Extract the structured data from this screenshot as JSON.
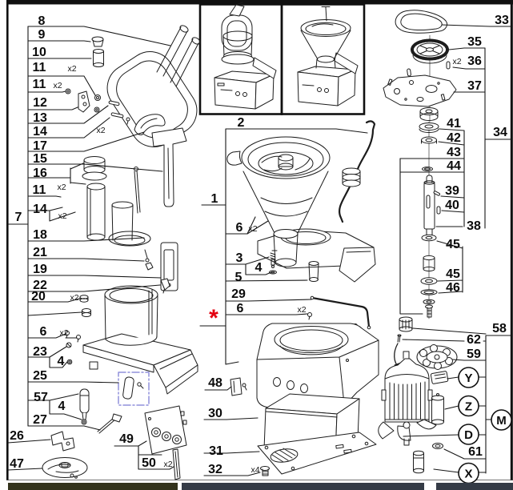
{
  "diagram": {
    "kind": "exploded-parts-diagram",
    "figure_count_views": 2
  },
  "colors": {
    "accent_red": "#e30010",
    "highlight_box": "#9090dc",
    "footer_bar_left": "#33331c",
    "footer_bar_right": "#343b46",
    "line": "#1a1a1a"
  },
  "callouts": {
    "n8": {
      "label": "8"
    },
    "n9": {
      "label": "9"
    },
    "n10": {
      "label": "10"
    },
    "n11a": {
      "label": "11",
      "qty": "x2"
    },
    "n11b": {
      "label": "11",
      "qty": "x2"
    },
    "n12": {
      "label": "12"
    },
    "n13": {
      "label": "13"
    },
    "n14a": {
      "label": "14",
      "qty": "x2"
    },
    "n17": {
      "label": "17"
    },
    "n15": {
      "label": "15"
    },
    "n16": {
      "label": "16"
    },
    "n11c": {
      "label": "11",
      "qty": "x2"
    },
    "n14b": {
      "label": "14",
      "qty": "x2"
    },
    "n7": {
      "label": "7"
    },
    "n18": {
      "label": "18"
    },
    "n21": {
      "label": "21"
    },
    "n19": {
      "label": "19"
    },
    "n22": {
      "label": "22"
    },
    "n20": {
      "label": "20",
      "qty": "x2"
    },
    "n6a": {
      "label": "6",
      "qty": "x2"
    },
    "n23": {
      "label": "23"
    },
    "n4a": {
      "label": "4"
    },
    "n25": {
      "label": "25"
    },
    "n57": {
      "label": "57"
    },
    "n4b": {
      "label": "4"
    },
    "n27": {
      "label": "27"
    },
    "n26": {
      "label": "26"
    },
    "n47": {
      "label": "47"
    },
    "n49": {
      "label": "49"
    },
    "n50": {
      "label": "50",
      "qty": "x2"
    },
    "n2": {
      "label": "2"
    },
    "n1": {
      "label": "1"
    },
    "n6b": {
      "label": "6",
      "qty": "x2"
    },
    "n3": {
      "label": "3"
    },
    "n4c": {
      "label": "4"
    },
    "n5": {
      "label": "5"
    },
    "n29": {
      "label": "29"
    },
    "n6c": {
      "label": "6",
      "qty": "x2"
    },
    "star": {
      "label": "*"
    },
    "n48": {
      "label": "48"
    },
    "n30": {
      "label": "30"
    },
    "n31": {
      "label": "31"
    },
    "n32": {
      "label": "32",
      "qty": "x4"
    },
    "n33": {
      "label": "33"
    },
    "n35": {
      "label": "35"
    },
    "n36": {
      "label": "36",
      "qty": "x2"
    },
    "n37": {
      "label": "37"
    },
    "n34": {
      "label": "34"
    },
    "n41": {
      "label": "41"
    },
    "n42": {
      "label": "42"
    },
    "n43": {
      "label": "43"
    },
    "n44": {
      "label": "44"
    },
    "n39": {
      "label": "39"
    },
    "n40": {
      "label": "40"
    },
    "n38": {
      "label": "38"
    },
    "n45a": {
      "label": "45"
    },
    "n45b": {
      "label": "45"
    },
    "n46": {
      "label": "46"
    },
    "n58": {
      "label": "58"
    },
    "n62": {
      "label": "62"
    },
    "n59": {
      "label": "59"
    },
    "n61": {
      "label": "61"
    },
    "lY": {
      "label": "Y"
    },
    "lZ": {
      "label": "Z"
    },
    "lD": {
      "label": "D"
    },
    "lM": {
      "label": "M"
    },
    "lX": {
      "label": "X"
    }
  }
}
